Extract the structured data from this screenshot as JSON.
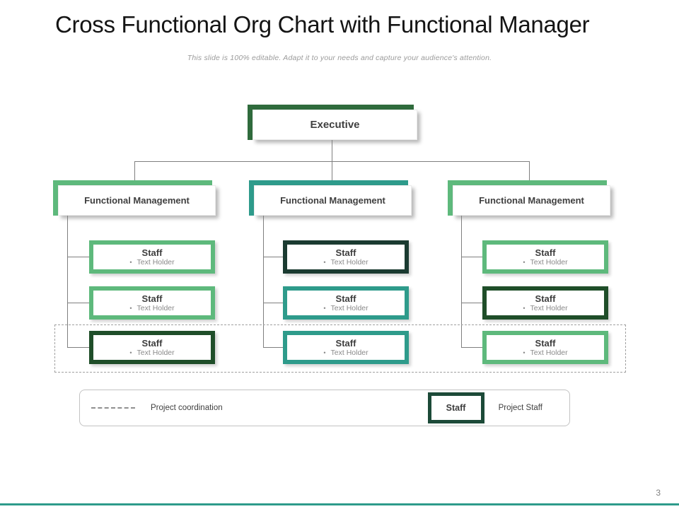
{
  "title": "Cross Functional Org Chart with Functional Manager",
  "subtitle": "This slide is 100% editable. Adapt it to your needs and capture your audience's attention.",
  "page_number": "3",
  "colors": {
    "executive_accent": "#2F6B3C",
    "light_green": "#5EB97C",
    "teal": "#2E9B8B",
    "dark_green": "#1F4E29",
    "darkest_teal": "#1B3B31",
    "legend_staff_border": "#1C4A38",
    "footer_bar": "#2E9B8B"
  },
  "org": {
    "bullet_char": "•",
    "executive": {
      "label": "Executive",
      "accent": "#2F6B3C"
    },
    "columns": [
      {
        "manager": {
          "label": "Functional Management",
          "accent": "#5EB97C"
        },
        "staff": [
          {
            "title": "Staff",
            "item": "Text Holder",
            "border": "#5EB97C"
          },
          {
            "title": "Staff",
            "item": "Text Holder",
            "border": "#5EB97C"
          },
          {
            "title": "Staff",
            "item": "Text Holder",
            "border": "#1F4E29"
          }
        ]
      },
      {
        "manager": {
          "label": "Functional Management",
          "accent": "#2E9B8B"
        },
        "staff": [
          {
            "title": "Staff",
            "item": "Text Holder",
            "border": "#1B3B31"
          },
          {
            "title": "Staff",
            "item": "Text Holder",
            "border": "#2E9B8B"
          },
          {
            "title": "Staff",
            "item": "Text Holder",
            "border": "#2E9B8B"
          }
        ]
      },
      {
        "manager": {
          "label": "Functional Management",
          "accent": "#5EB97C"
        },
        "staff": [
          {
            "title": "Staff",
            "item": "Text Holder",
            "border": "#5EB97C"
          },
          {
            "title": "Staff",
            "item": "Text Holder",
            "border": "#1F4E29"
          },
          {
            "title": "Staff",
            "item": "Text Holder",
            "border": "#5EB97C"
          }
        ]
      }
    ]
  },
  "legend": {
    "coordination_label": "Project coordination",
    "staff_box_label": "Staff",
    "project_staff_label": "Project Staff"
  }
}
